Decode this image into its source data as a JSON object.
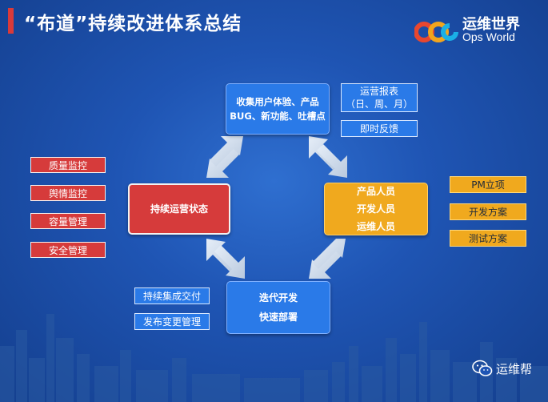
{
  "header": {
    "title": "“布道”持续改进体系总结"
  },
  "logo": {
    "cn": "运维世界",
    "en": "Ops World"
  },
  "diagram": {
    "top_box": {
      "line1": "收集用户体验、产品",
      "line2": "BUG、新功能、吐槽点"
    },
    "left_box": {
      "label": "持续运营状态"
    },
    "right_box": {
      "lines": [
        "产品人员",
        "开发人员",
        "运维人员"
      ]
    },
    "bottom_box": {
      "line1": "迭代开发",
      "line2": "快速部署"
    },
    "left_tags": [
      "质量监控",
      "舆情监控",
      "容量管理",
      "安全管理"
    ],
    "right_tags": [
      "PM立项",
      "开发方案",
      "测试方案"
    ],
    "top_right_tags": {
      "report_line1": "运营报表",
      "report_line2": "（日、周、月）",
      "feedback": "即时反馈"
    },
    "bottom_left_tags": [
      "持续集成交付",
      "发布变更管理"
    ]
  },
  "footer": {
    "wechat_label": "运维帮"
  },
  "colors": {
    "accent_red": "#d63b3b",
    "accent_orange": "#f0a91e",
    "accent_blue": "#2a7ae8",
    "background": "#1f55b4"
  }
}
